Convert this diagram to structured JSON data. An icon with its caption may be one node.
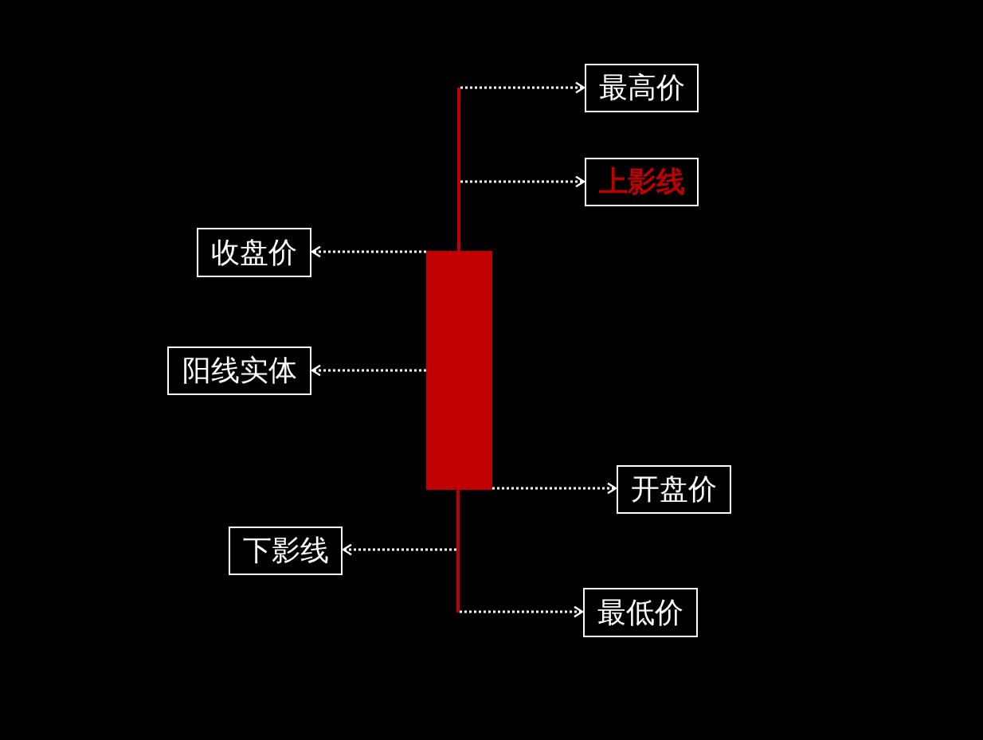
{
  "diagram": {
    "nodes": [
      {
        "text": [
          "最高价"
        ]
      },
      {
        "text": [
          "上影线"
        ]
      },
      {
        "text": [
          "收盘价"
        ]
      },
      {
        "text": [
          "阳线实体"
        ]
      },
      {
        "text": [
          "开盘价"
        ]
      },
      {
        "text": [
          "下影线"
        ]
      },
      {
        "text": [
          "最低价"
        ]
      },
      {
        "text": [],
        "shape": "bar"
      },
      {
        "text": [],
        "shape": "bar"
      },
      {
        "text": [],
        "shape": "bar"
      }
    ],
    "edges": [
      {
        "from": 7,
        "to": 0,
        "arrow": "to",
        "style": "dashed"
      },
      {
        "from": 7,
        "to": 1,
        "arrow": "to",
        "style": "dashed"
      },
      {
        "from": 8,
        "to": 2,
        "arrow": "to",
        "style": "dashed"
      },
      {
        "from": 8,
        "to": 3,
        "arrow": "to",
        "style": "dashed"
      },
      {
        "from": 8,
        "to": 4,
        "arrow": "to",
        "style": "dashed"
      },
      {
        "from": 9,
        "to": 5,
        "arrow": "to",
        "style": "dashed"
      },
      {
        "from": 9,
        "to": 6,
        "arrow": "to",
        "style": "dashed"
      }
    ]
  }
}
